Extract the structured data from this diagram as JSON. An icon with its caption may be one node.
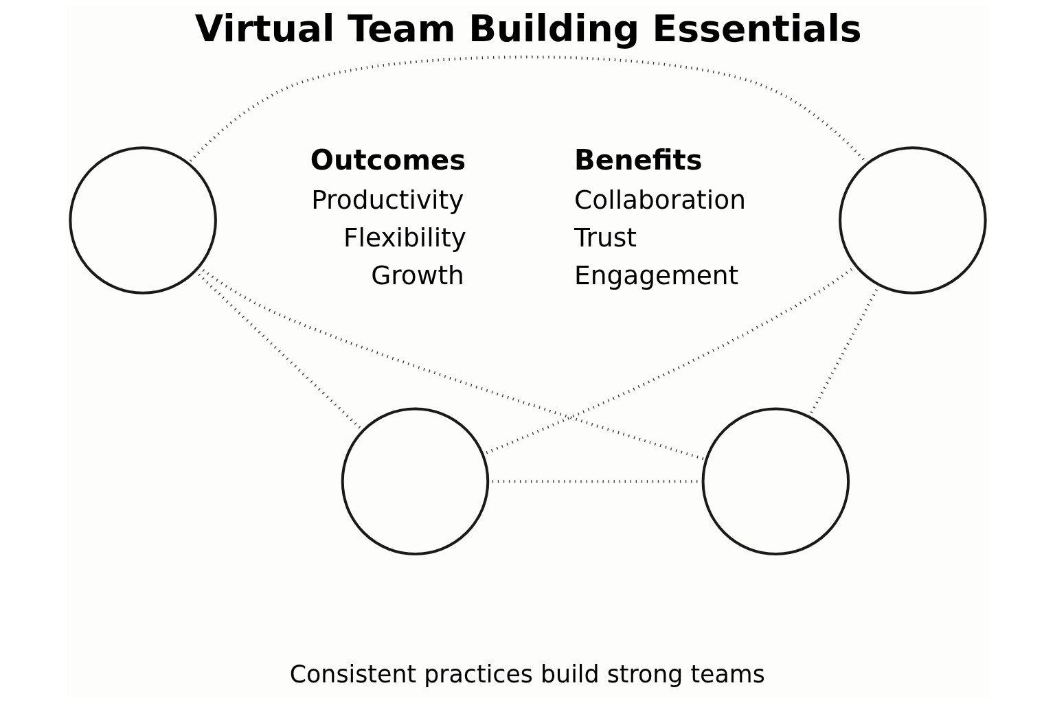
{
  "diagram": {
    "title": "Virtual Team Building Essentials",
    "caption": "Consistent practices build strong teams",
    "nodes": [
      {
        "text": [],
        "shape": "person"
      },
      {
        "text": [],
        "shape": "person"
      },
      {
        "text": [],
        "shape": "person"
      },
      {
        "text": [],
        "shape": "person"
      }
    ],
    "edges": [
      {
        "from": 0,
        "to": 1,
        "arrow": "none"
      },
      {
        "from": 0,
        "to": 2,
        "arrow": "none"
      },
      {
        "from": 0,
        "to": 3,
        "arrow": "none"
      },
      {
        "from": 1,
        "to": 2,
        "arrow": "none"
      },
      {
        "from": 1,
        "to": 3,
        "arrow": "none"
      },
      {
        "from": 2,
        "to": 3,
        "arrow": "none"
      }
    ],
    "labels": [
      "Benefits",
      "Collaboration",
      "Trust",
      "Engagement",
      "Outcomes",
      "Productivity",
      "Flexibility",
      "Growth"
    ]
  }
}
